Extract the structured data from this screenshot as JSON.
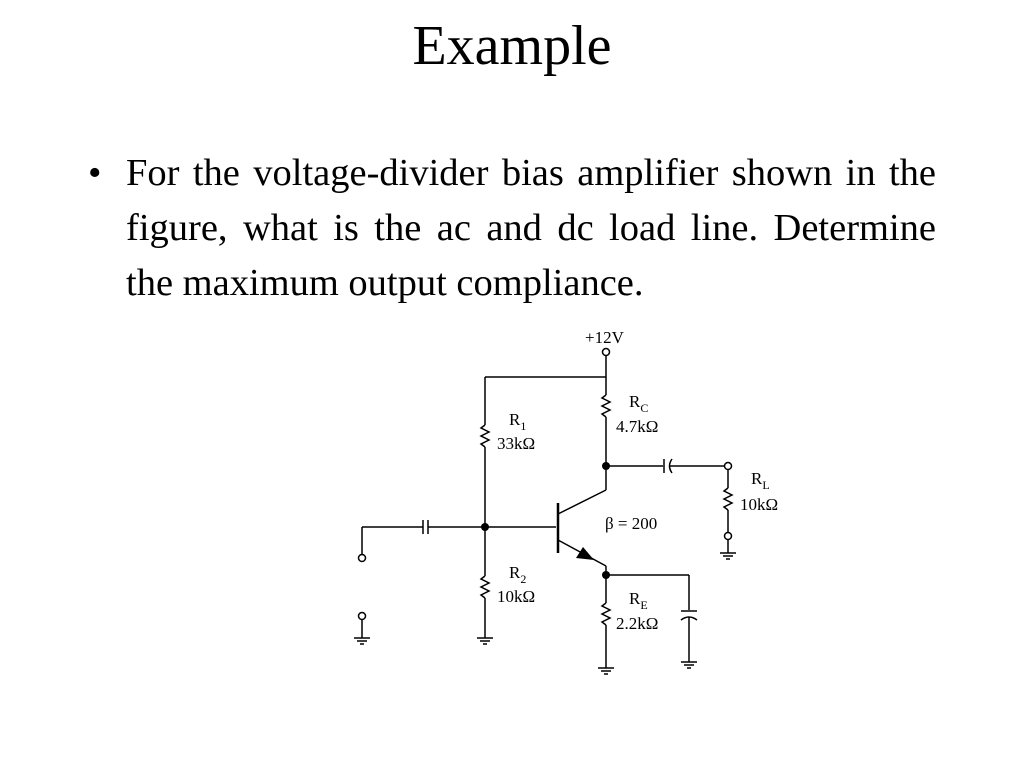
{
  "slide": {
    "title": "Example",
    "bullet_symbol": "•",
    "bullet_text": "For the voltage-divider bias amplifier shown in the figure, what is the ac and dc load line. Determine the maximum output compliance."
  },
  "circuit": {
    "supply": "+12V",
    "r1": {
      "name": "R",
      "sub": "1",
      "value": "33kΩ"
    },
    "r2": {
      "name": "R",
      "sub": "2",
      "value": "10kΩ"
    },
    "rc": {
      "name": "R",
      "sub": "C",
      "value": "4.7kΩ"
    },
    "re": {
      "name": "R",
      "sub": "E",
      "value": "2.2kΩ"
    },
    "rl": {
      "name": "R",
      "sub": "L",
      "value": "10kΩ"
    },
    "beta": "β = 200"
  }
}
